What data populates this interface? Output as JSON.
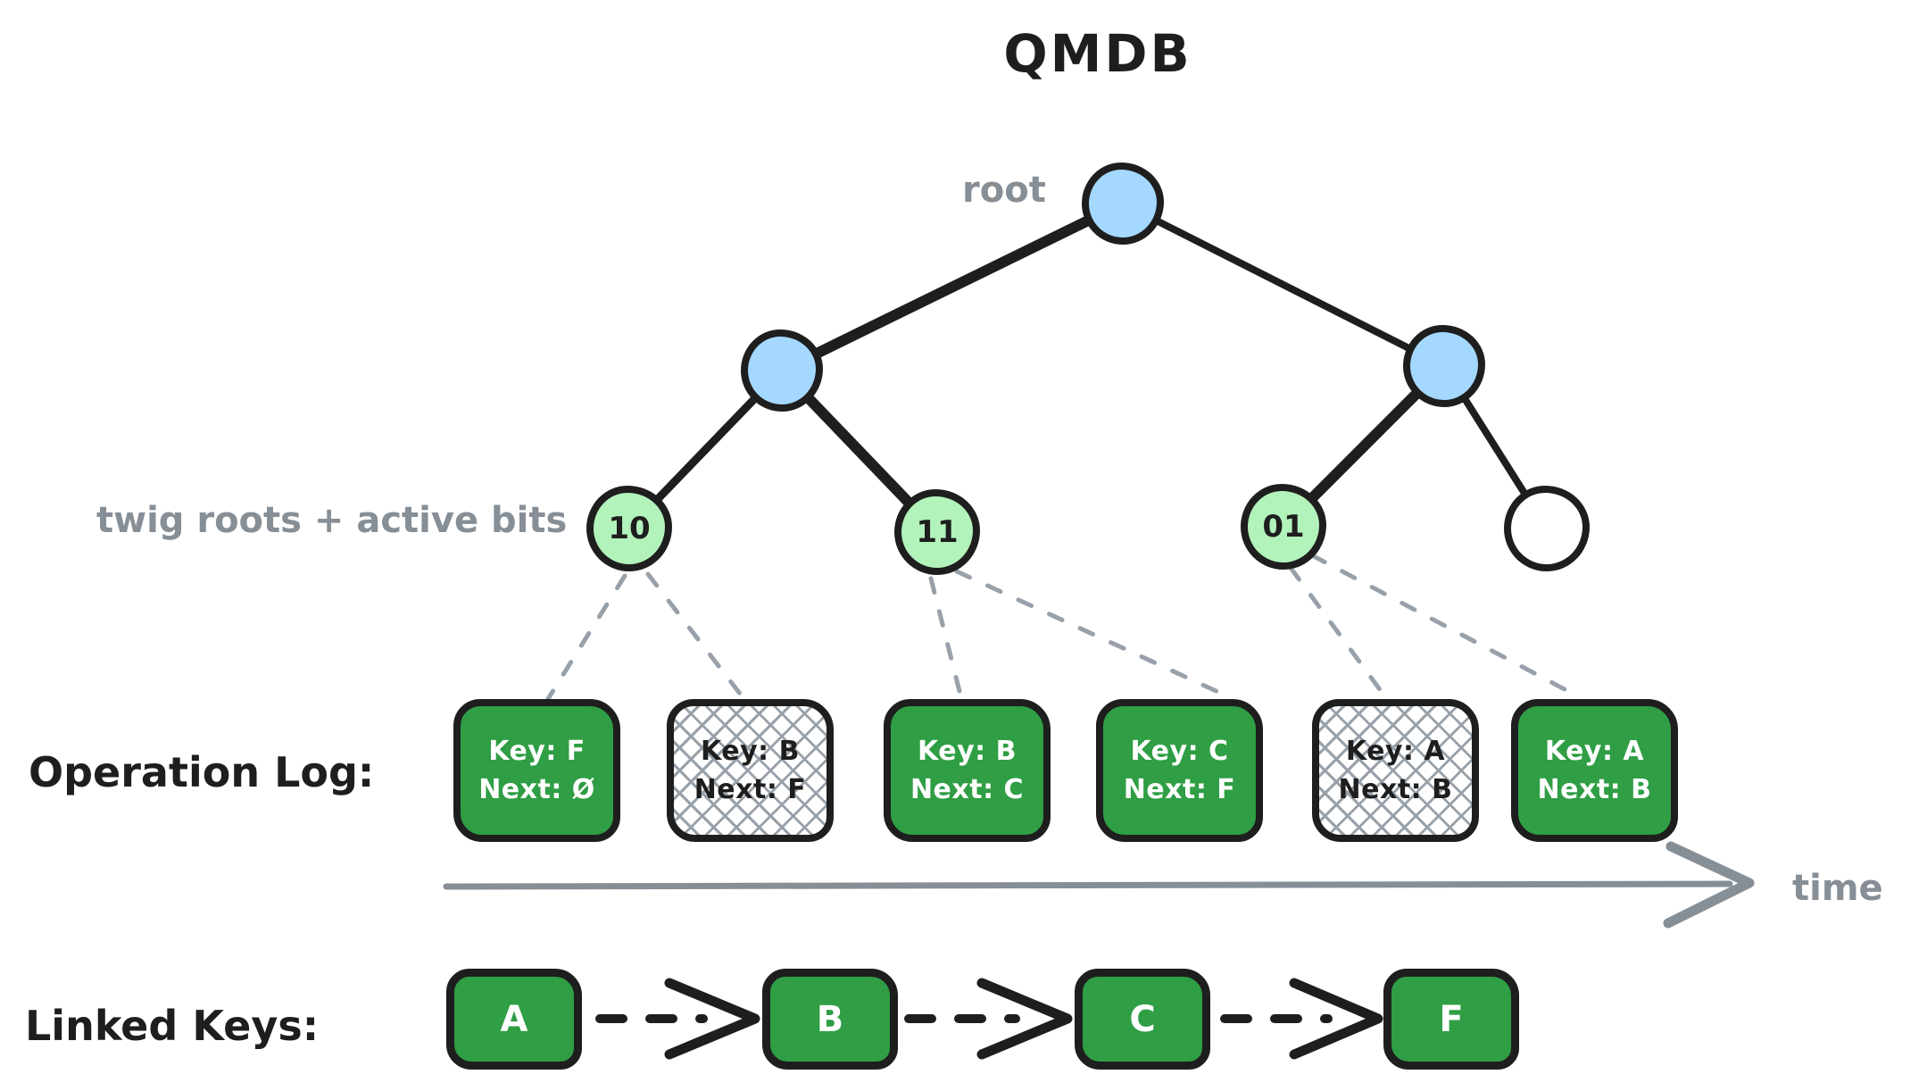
{
  "title": "QMDB",
  "tree": {
    "root_label": "root",
    "twig_label": "twig roots + active bits",
    "leaves": [
      {
        "label": "10"
      },
      {
        "label": "11"
      },
      {
        "label": "01"
      },
      {
        "label": ""
      }
    ]
  },
  "operation_log": {
    "section_label": "Operation Log:",
    "entries": [
      {
        "key": "Key: F",
        "next": "Next: Ø",
        "state": "active"
      },
      {
        "key": "Key: B",
        "next": "Next: F",
        "state": "stale"
      },
      {
        "key": "Key: B",
        "next": "Next: C",
        "state": "active"
      },
      {
        "key": "Key: C",
        "next": "Next: F",
        "state": "active"
      },
      {
        "key": "Key: A",
        "next": "Next: B",
        "state": "stale"
      },
      {
        "key": "Key: A",
        "next": "Next: B",
        "state": "active"
      }
    ],
    "time_label": "time"
  },
  "linked_keys": {
    "section_label": "Linked Keys:",
    "keys": [
      "A",
      "B",
      "C",
      "F"
    ]
  },
  "colors": {
    "node_blue": "#a5d8ff",
    "node_green": "#b2f2bb",
    "box_green": "#2f9e44",
    "stroke_black": "#1e1e1e",
    "muted_gray": "#868e96",
    "hatch_gray": "#98a1aa"
  }
}
